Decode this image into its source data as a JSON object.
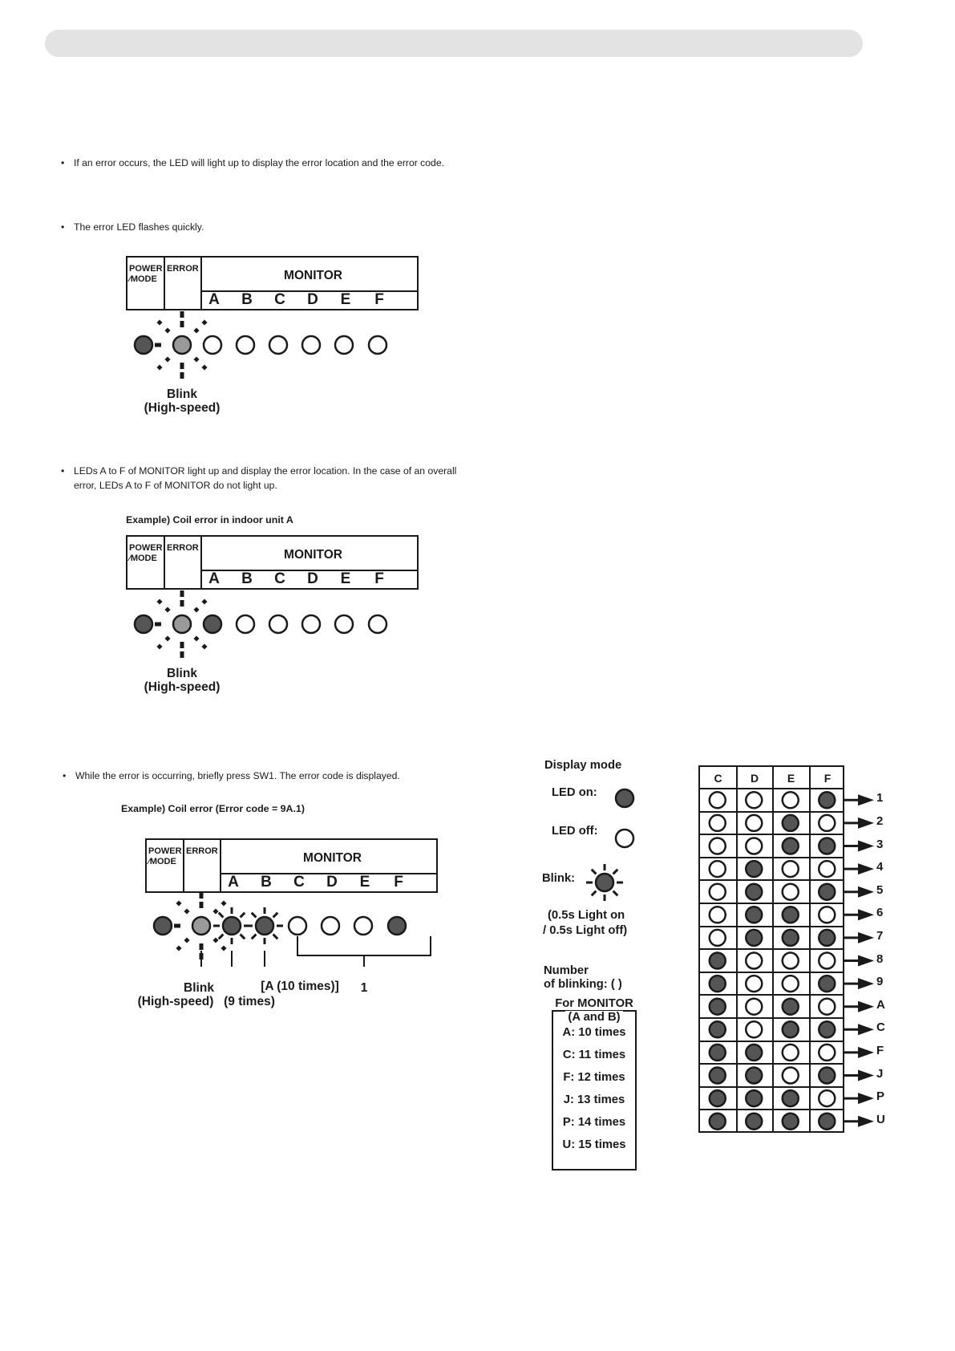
{
  "bullets": {
    "b1": "If an error occurs, the LED will light up to display the error location and the error code.",
    "b2": "The error LED flashes quickly.",
    "b3_l1": "LEDs A to F of MONITOR light up and display the error location. In the case of an overall",
    "b3_l2": "error, LEDs A to F of MONITOR do not light up.",
    "b4": "While the error is occurring, briefly press SW1. The error code is displayed.",
    "marker": "•"
  },
  "examples": {
    "ex1": "Example) Coil error in indoor unit A",
    "ex2": "Example) Coil error (Error code = 9A.1)"
  },
  "panel": {
    "power_l1": "POWER",
    "power_l2": "⁄MODE",
    "error": "ERROR",
    "monitor": "MONITOR",
    "letters": [
      "A",
      "B",
      "C",
      "D",
      "E",
      "F"
    ]
  },
  "captions": {
    "blink": "Blink",
    "high_speed": "(High-speed)",
    "nine_times": "(9 times)",
    "a_ten_times": "[A (10 times)]",
    "one": "1"
  },
  "legend": {
    "display_mode": "Display mode",
    "led_on": "LED on:",
    "led_off": "LED off:",
    "blink": "Blink:",
    "blink_note_l1": "(0.5s Light on",
    "blink_note_l2": "/ 0.5s Light off)",
    "number_l1": "Number",
    "number_l2": "of blinking: (  )",
    "for_monitor_l1": "For MONITOR",
    "for_monitor_l2": "(A and B)",
    "times": [
      "A: 10 times",
      "C: 11 times",
      "F: 12 times",
      "J: 13 times",
      "P: 14 times",
      "U: 15 times"
    ]
  },
  "code_table": {
    "headers": [
      "C",
      "D",
      "E",
      "F"
    ],
    "rows": [
      {
        "code": "1",
        "leds": [
          0,
          0,
          0,
          1
        ]
      },
      {
        "code": "2",
        "leds": [
          0,
          0,
          1,
          0
        ]
      },
      {
        "code": "3",
        "leds": [
          0,
          0,
          1,
          1
        ]
      },
      {
        "code": "4",
        "leds": [
          0,
          1,
          0,
          0
        ]
      },
      {
        "code": "5",
        "leds": [
          0,
          1,
          0,
          1
        ]
      },
      {
        "code": "6",
        "leds": [
          0,
          1,
          1,
          0
        ]
      },
      {
        "code": "7",
        "leds": [
          0,
          1,
          1,
          1
        ]
      },
      {
        "code": "8",
        "leds": [
          1,
          0,
          0,
          0
        ]
      },
      {
        "code": "9",
        "leds": [
          1,
          0,
          0,
          1
        ]
      },
      {
        "code": "A",
        "leds": [
          1,
          0,
          1,
          0
        ]
      },
      {
        "code": "C",
        "leds": [
          1,
          0,
          1,
          1
        ]
      },
      {
        "code": "F",
        "leds": [
          1,
          1,
          0,
          0
        ]
      },
      {
        "code": "J",
        "leds": [
          1,
          1,
          0,
          1
        ]
      },
      {
        "code": "P",
        "leds": [
          1,
          1,
          1,
          0
        ]
      },
      {
        "code": "U",
        "leds": [
          1,
          1,
          1,
          1
        ]
      }
    ]
  },
  "colors": {
    "led_on": "#555555",
    "led_error": "#9a9a9a",
    "line": "#1a1a1a",
    "header_bar": "#e3e3e3"
  }
}
